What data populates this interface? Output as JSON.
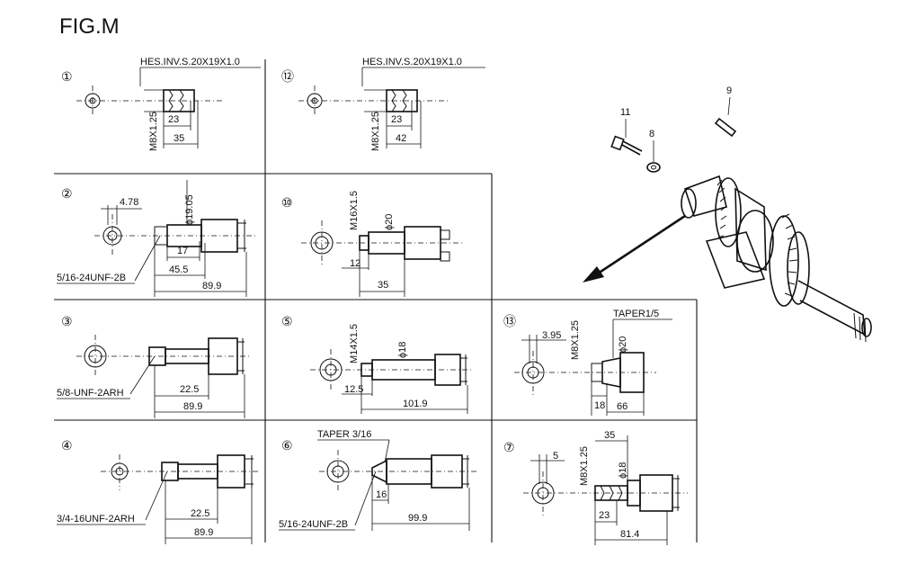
{
  "figure_title": "FIG.M",
  "callouts": {
    "p1": "①",
    "p12": "⑫",
    "p2": "②",
    "p10": "⑩",
    "p3": "③",
    "p5": "⑤",
    "p13": "⑬",
    "p4": "④",
    "p6": "⑥",
    "p7": "⑦"
  },
  "panels": {
    "p1": {
      "thread_label": "HES.INV.S.20X19X1.0",
      "thread_size": "M8X1.25",
      "dim_a": "23",
      "dim_b": "35"
    },
    "p12": {
      "thread_label": "HES.INV.S.20X19X1.0",
      "thread_size": "M8X1.25",
      "dim_a": "23",
      "dim_b": "42"
    },
    "p2": {
      "key_width": "4.78",
      "diameter": "ϕ19.05",
      "dim_a": "17",
      "dim_b": "45.5",
      "dim_c": "89.9",
      "thread": "5/16-24UNF-2B"
    },
    "p10": {
      "thread_size": "M16X1.5",
      "diameter": "ϕ20",
      "dim_a": "12",
      "dim_b": "35"
    },
    "p3": {
      "thread": "5/8-UNF-2ARH",
      "dim_a": "22.5",
      "dim_b": "89.9"
    },
    "p5": {
      "thread_size": "M14X1.5",
      "diameter": "ϕ18",
      "dim_a": "12.5",
      "dim_b": "101.9"
    },
    "p13": {
      "key_width": "3.95",
      "thread_size": "M8X1.25",
      "taper": "TAPER1/5",
      "diameter": "ϕ20",
      "dim_a": "18",
      "dim_b": "66"
    },
    "p4": {
      "thread": "3/4-16UNF-2ARH",
      "dim_a": "22.5",
      "dim_b": "89.9"
    },
    "p6": {
      "taper": "TAPER 3/16",
      "dim_a": "16",
      "dim_b": "99.9",
      "thread": "5/16-24UNF-2B"
    },
    "p7": {
      "key_width": "5",
      "thread_size": "M8X1.25",
      "diameter": "ϕ18",
      "dim_top": "35",
      "dim_a": "23",
      "dim_b": "81.4"
    }
  },
  "part_numbers": {
    "bolt": "11",
    "washer": "8",
    "pin": "9"
  }
}
